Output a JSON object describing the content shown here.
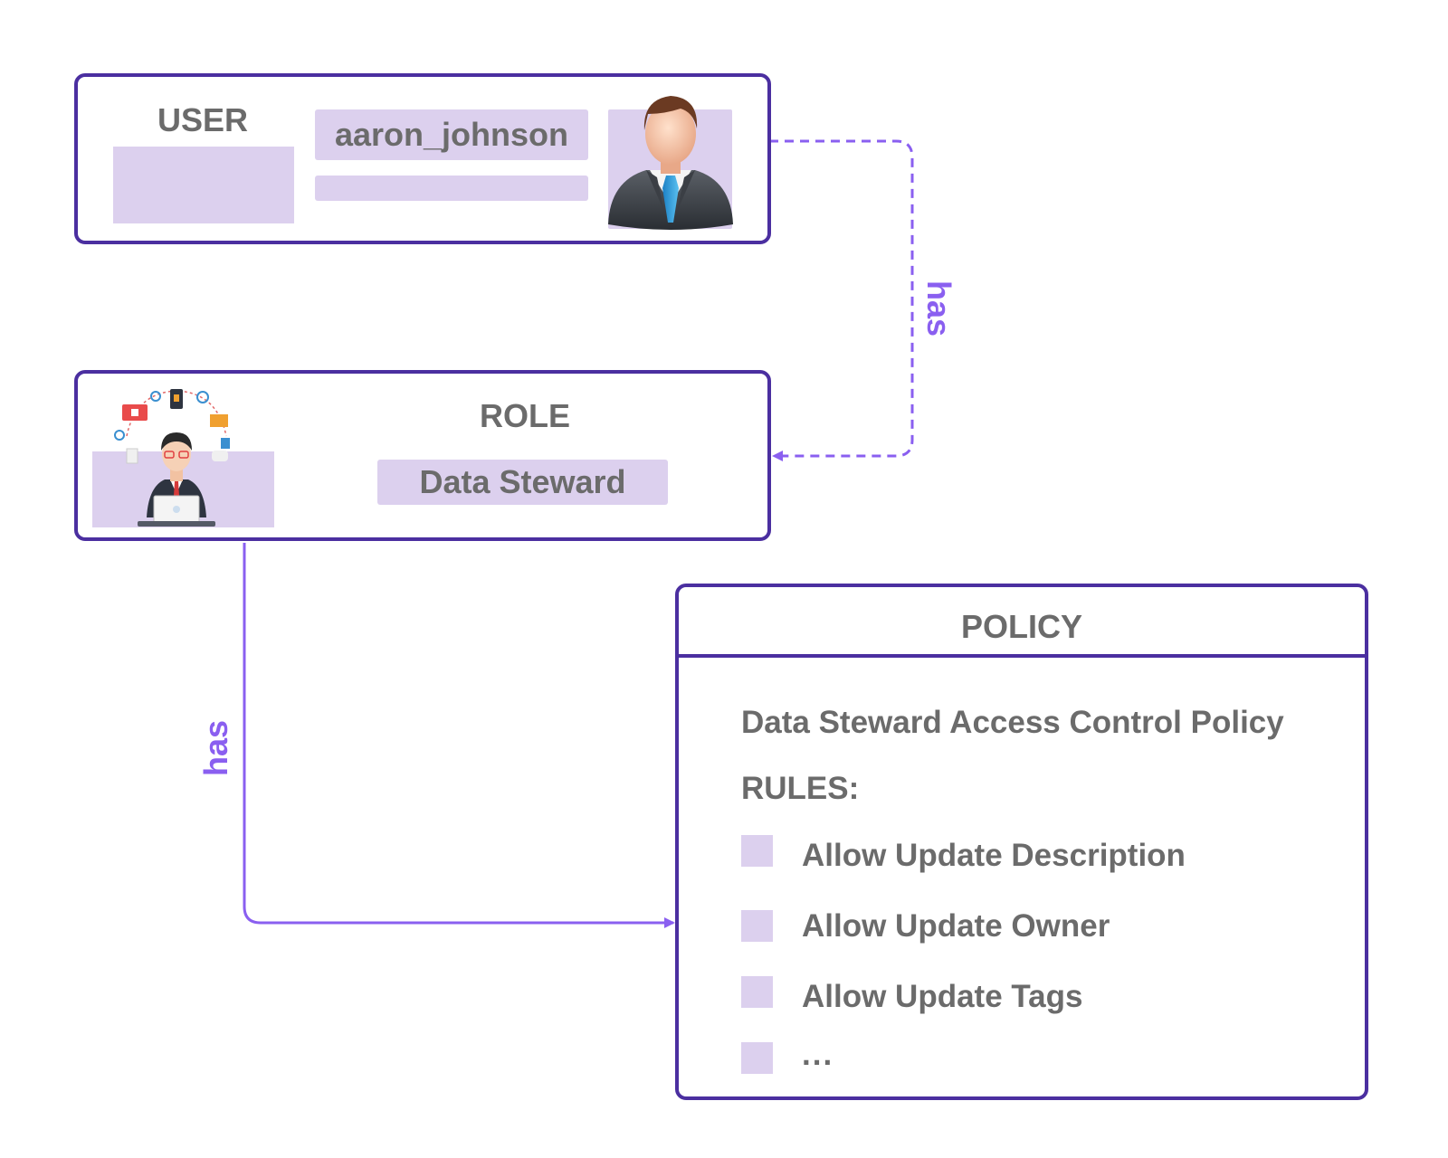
{
  "user": {
    "heading": "USER",
    "username": "aaron_johnson",
    "avatar_icon": "businessman-avatar-icon"
  },
  "role": {
    "heading": "ROLE",
    "name": "Data Steward",
    "illustration_icon": "data-steward-illustration-icon"
  },
  "policy": {
    "heading": "POLICY",
    "name": "Data Steward Access Control Policy",
    "rules_label": "RULES:",
    "rules": [
      "Allow Update Description",
      "Allow Update Owner",
      "Allow Update Tags",
      "..."
    ]
  },
  "connections": {
    "user_to_role": "has",
    "role_to_policy": "has"
  },
  "colors": {
    "border": "#4b2fa0",
    "fill": "#dcd0ee",
    "connector": "#8a5ff0",
    "text": "#6b6b6b"
  }
}
